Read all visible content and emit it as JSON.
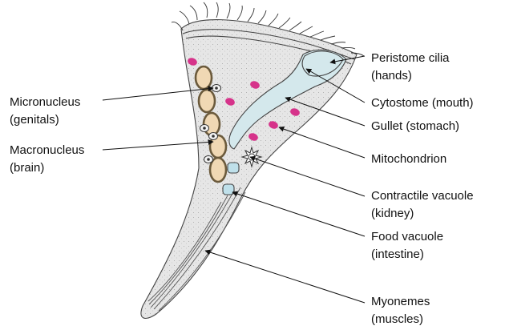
{
  "labels": {
    "peristome_cilia": [
      "Peristome cilia",
      "(hands)"
    ],
    "cytostome": [
      "Cytostome (mouth)"
    ],
    "gullet": [
      "Gullet (stomach)"
    ],
    "mitochondrion": [
      "Mitochondrion"
    ],
    "contractile_vacuole": [
      "Contractile vacuole",
      "(kidney)"
    ],
    "food_vacuole": [
      "Food vacuole",
      "(intestine)"
    ],
    "myonemes": [
      "Myonemes",
      "(muscles)"
    ],
    "micronucleus": [
      "Micronucleus",
      "(genitals)"
    ],
    "macronucleus": [
      "Macronucleus",
      "(brain)"
    ]
  },
  "colors": {
    "cell_fill": "#e6e6e6",
    "gullet_fill": "#d4e8ec",
    "mitochondria": "#d6338a",
    "macronucleus": "#f0d8b4",
    "macronucleus_outline": "#6b5a3c",
    "vacuole": "#bfe0ea"
  }
}
